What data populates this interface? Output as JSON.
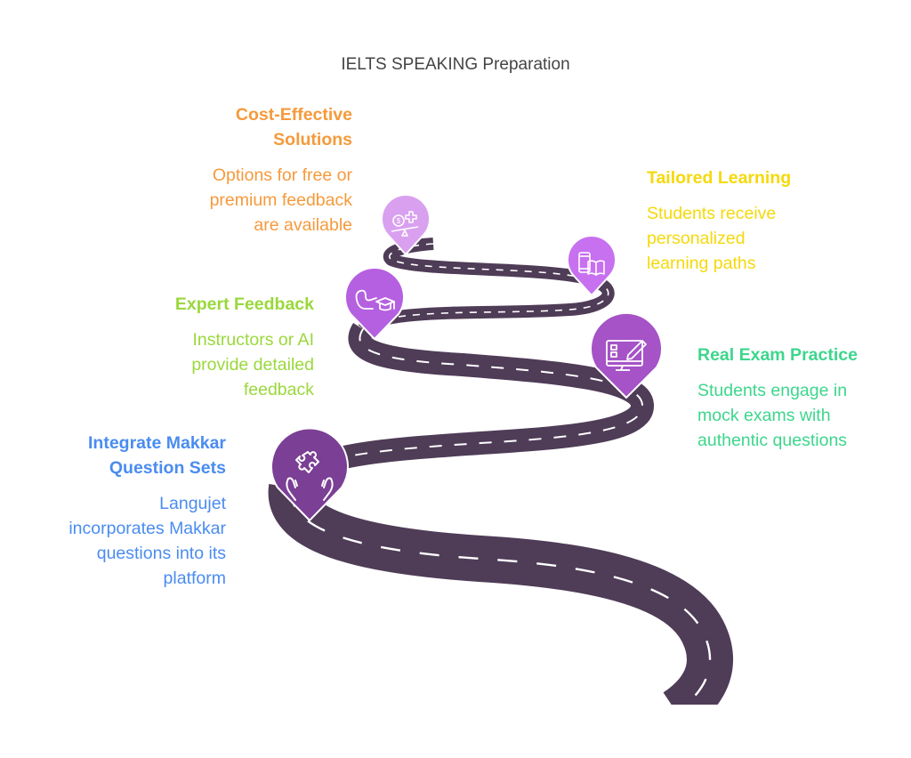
{
  "title": "IELTS SPEAKING Preparation",
  "steps": [
    {
      "heading": "Integrate Makkar Question Sets",
      "heading_lines": [
        "Integrate Makkar",
        "Question Sets"
      ],
      "description_lines": [
        "Langujet",
        "incorporates Makkar",
        "questions into its",
        "platform"
      ],
      "color": "#4A8CF0",
      "pin_color": "#7B3F95",
      "icon": "hands-puzzle-icon"
    },
    {
      "heading": "Real Exam Practice",
      "heading_lines": [
        "Real Exam Practice"
      ],
      "description_lines": [
        "Students engage in",
        "mock exams with",
        "authentic questions"
      ],
      "color": "#3DD68C",
      "pin_color": "#A553C7",
      "icon": "monitor-checklist-pencil-icon"
    },
    {
      "heading": "Expert Feedback",
      "heading_lines": [
        "Expert Feedback"
      ],
      "description_lines": [
        "Instructors or AI",
        "provide detailed",
        "feedback"
      ],
      "color": "#9AD83C",
      "pin_color": "#B560E0",
      "icon": "arm-graduation-cap-icon"
    },
    {
      "heading": "Tailored Learning",
      "heading_lines": [
        "Tailored Learning"
      ],
      "description_lines": [
        "Students receive",
        "personalized",
        "learning paths"
      ],
      "color": "#F5D90A",
      "pin_color": "#C770F0",
      "icon": "phone-book-icon"
    },
    {
      "heading": "Cost-Effective Solutions",
      "heading_lines": [
        "Cost-Effective",
        "Solutions"
      ],
      "description_lines": [
        "Options for free or",
        "premium feedback",
        "are available"
      ],
      "color": "#F59A3C",
      "pin_color": "#D9A0F0",
      "icon": "coin-plus-scale-icon"
    }
  ],
  "road_color": "#4F3C57"
}
